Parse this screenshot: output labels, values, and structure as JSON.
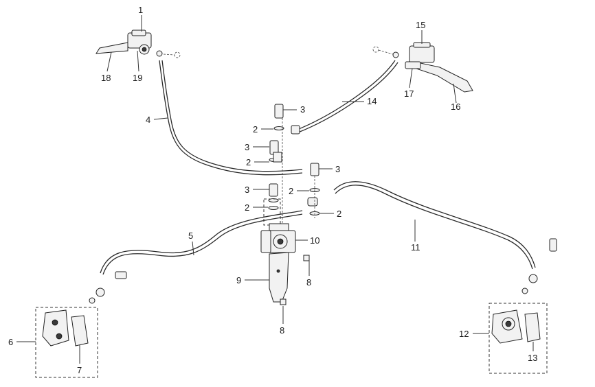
{
  "diagram": {
    "callouts": [
      {
        "id": "c1",
        "label": "1"
      },
      {
        "id": "c18",
        "label": "18"
      },
      {
        "id": "c19",
        "label": "19"
      },
      {
        "id": "c4",
        "label": "4"
      },
      {
        "id": "c15",
        "label": "15"
      },
      {
        "id": "c17",
        "label": "17"
      },
      {
        "id": "c16",
        "label": "16"
      },
      {
        "id": "c14",
        "label": "14"
      },
      {
        "id": "c3a",
        "label": "3"
      },
      {
        "id": "c2a",
        "label": "2"
      },
      {
        "id": "c3b",
        "label": "3"
      },
      {
        "id": "c2b",
        "label": "2"
      },
      {
        "id": "c3c",
        "label": "3"
      },
      {
        "id": "c3d",
        "label": "3"
      },
      {
        "id": "c2c",
        "label": "2"
      },
      {
        "id": "c2d",
        "label": "2"
      },
      {
        "id": "c2e",
        "label": "2"
      },
      {
        "id": "c5",
        "label": "5"
      },
      {
        "id": "c10",
        "label": "10"
      },
      {
        "id": "c11",
        "label": "11"
      },
      {
        "id": "c9",
        "label": "9"
      },
      {
        "id": "c8a",
        "label": "8"
      },
      {
        "id": "c8b",
        "label": "8"
      },
      {
        "id": "c6",
        "label": "6"
      },
      {
        "id": "c7",
        "label": "7"
      },
      {
        "id": "c12",
        "label": "12"
      },
      {
        "id": "c13",
        "label": "13"
      }
    ]
  }
}
